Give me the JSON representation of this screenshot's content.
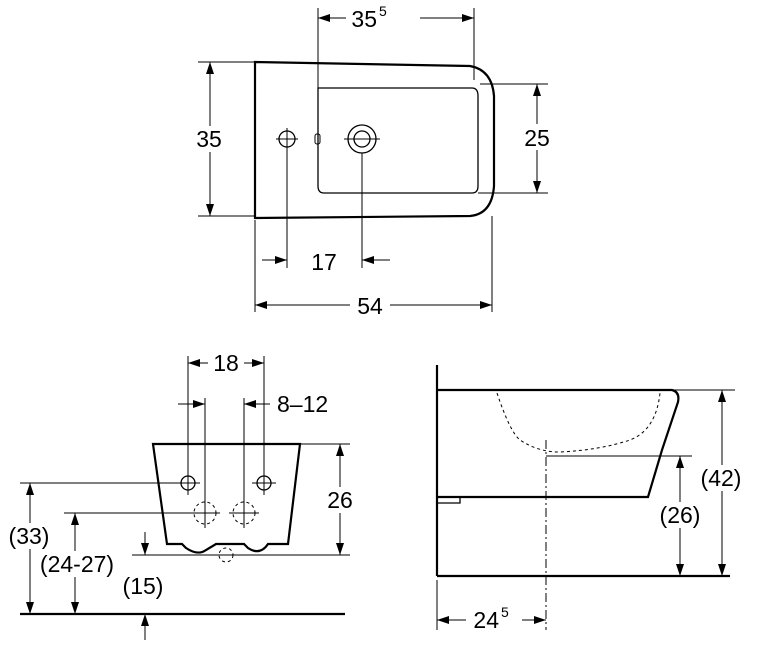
{
  "top_view": {
    "dim_bowl_width": "35",
    "dim_bowl_width_sup": "5",
    "dim_depth": "35",
    "dim_bowl_depth": "25",
    "dim_tap_offset": "17",
    "dim_length": "54"
  },
  "rear_view": {
    "dim_bolt_spacing": "18",
    "dim_bolt_range": "8–12",
    "dim_body_height": "26",
    "dim_mount_height": "(33)",
    "dim_supply_height": "(24-27)",
    "dim_floor_drain": "(15)"
  },
  "side_view": {
    "dim_rim_height": "(42)",
    "dim_outlet_height": "(26)",
    "dim_outlet_offset": "24",
    "dim_outlet_offset_sup": "5"
  }
}
